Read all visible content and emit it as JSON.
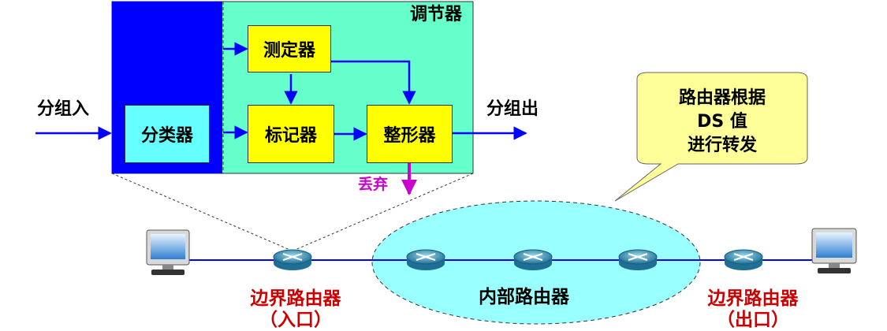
{
  "conditioner": {
    "title": "调节器",
    "classifier": "分类器",
    "meter": "测定器",
    "marker": "标记器",
    "shaper": "整形器",
    "drop": "丢弃"
  },
  "io": {
    "packet_in": "分组入",
    "packet_out": "分组出"
  },
  "callout": {
    "line1": "路由器根据",
    "line2": "DS 值",
    "line3": "进行转发"
  },
  "network": {
    "edge_router": "边界路由器",
    "ingress": "（入口）",
    "egress": "（出口）",
    "core_router": "内部路由器"
  },
  "colors": {
    "blue": "#0000ff",
    "cyan": "#66ffff",
    "green": "#66ffcc",
    "yellow": "#ffff00",
    "red": "#cc0000",
    "magenta": "#cc00cc",
    "callout": "#ffff99"
  }
}
